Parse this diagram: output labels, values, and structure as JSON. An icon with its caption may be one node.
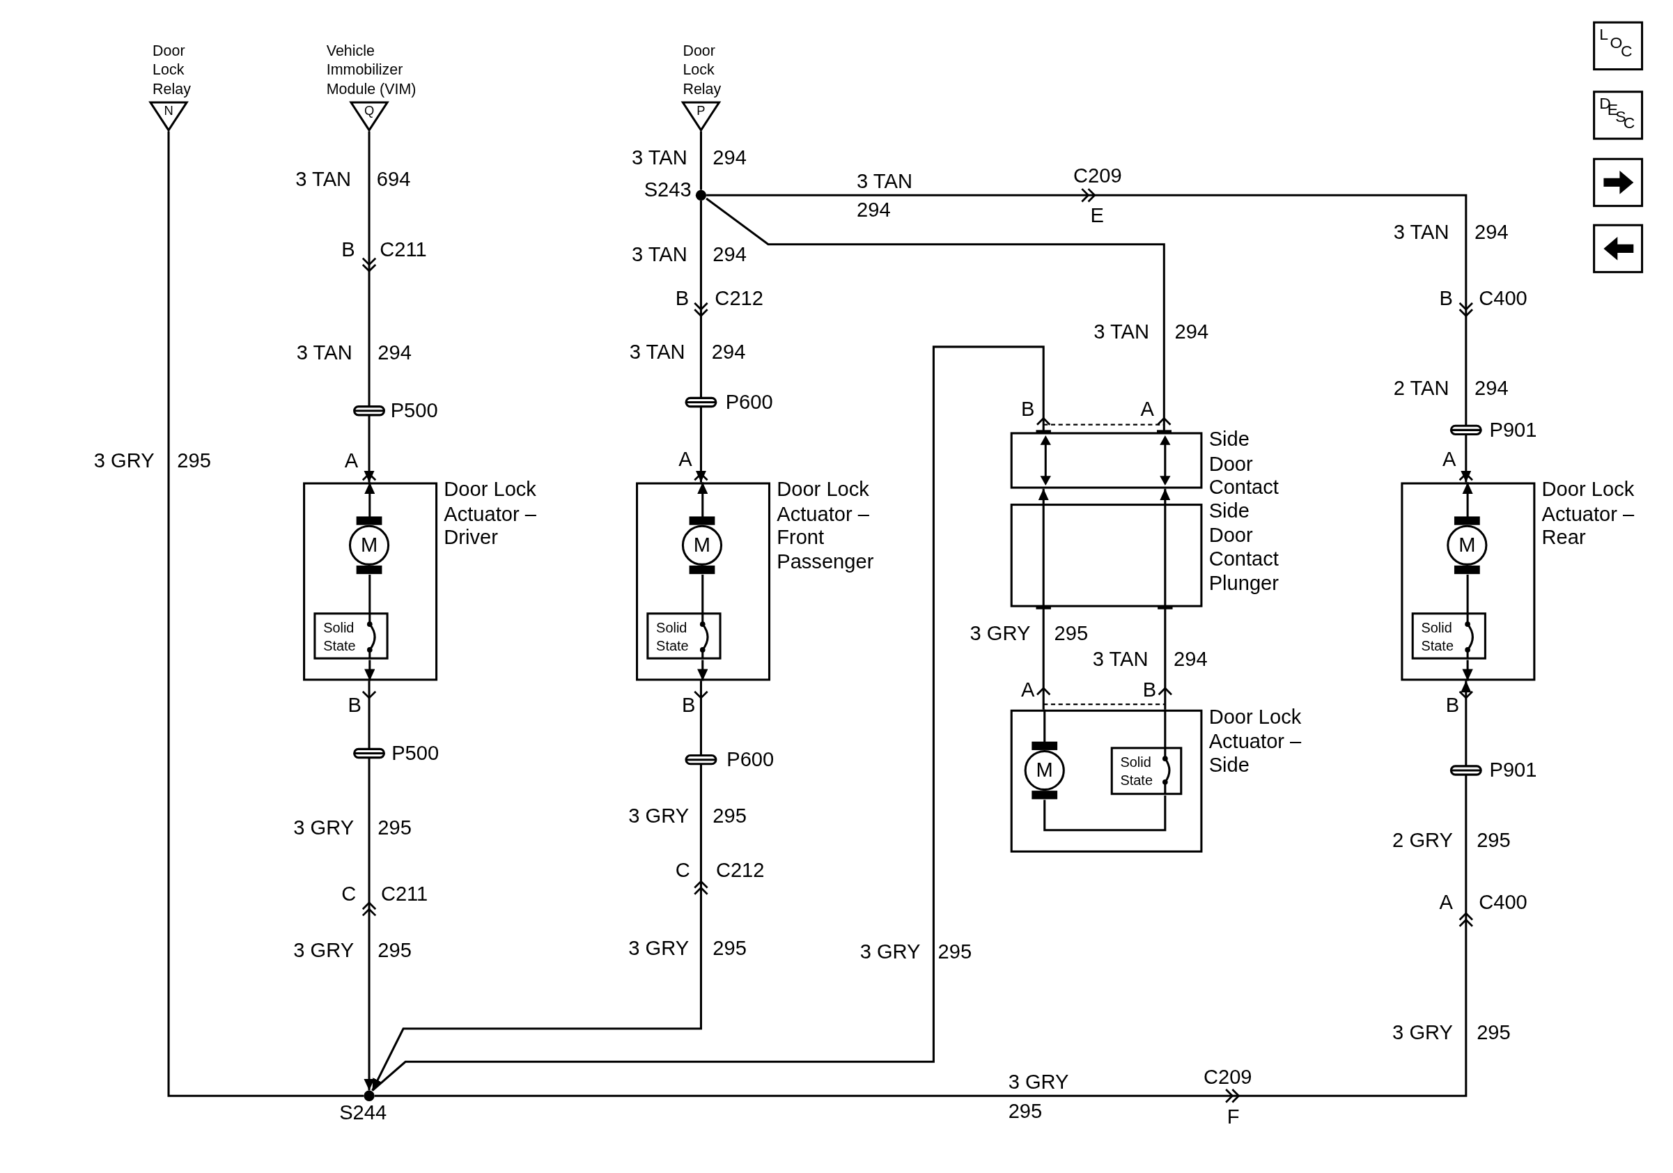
{
  "diagram": {
    "nodes": [
      {
        "text": [
          "Door Lock Relay",
          "N"
        ]
      },
      {
        "text": [
          "Vehicle Immobilizer Module (VIM)",
          "Q"
        ]
      },
      {
        "text": [
          "Door Lock Relay",
          "P"
        ]
      },
      {
        "text": [
          "S243"
        ]
      },
      {
        "text": [
          "Door Lock Actuator – Driver"
        ]
      },
      {
        "text": [
          "M"
        ],
        "in": 4
      },
      {
        "text": [
          "Solid State"
        ],
        "in": 4
      },
      {
        "text": [
          "Door Lock Actuator – Front Passenger"
        ]
      },
      {
        "text": [
          "M"
        ],
        "in": 7
      },
      {
        "text": [
          "Solid State"
        ],
        "in": 7
      },
      {
        "text": [
          "Side Door Contact"
        ]
      },
      {
        "text": [
          "Side Door Contact Plunger"
        ]
      },
      {
        "text": [
          "Door Lock Actuator – Side"
        ]
      },
      {
        "text": [
          "M"
        ],
        "in": 12
      },
      {
        "text": [
          "Solid State"
        ],
        "in": 12
      },
      {
        "text": [
          "Door Lock Actuator – Rear"
        ]
      },
      {
        "text": [
          "M"
        ],
        "in": 15
      },
      {
        "text": [
          "Solid State"
        ],
        "in": 15
      },
      {
        "text": [
          "S244"
        ]
      }
    ],
    "edges": [
      {
        "from": 0,
        "to": 18,
        "arrow": "none"
      },
      {
        "from": 1,
        "to": 4,
        "arrow": "to"
      },
      {
        "from": 2,
        "to": 3,
        "arrow": "none"
      },
      {
        "from": 3,
        "to": 7,
        "arrow": "to"
      },
      {
        "from": 3,
        "to": 15,
        "arrow": "to"
      },
      {
        "from": 3,
        "to": 10,
        "arrow": "other"
      },
      {
        "from": 4,
        "to": 18,
        "arrow": "to"
      },
      {
        "from": 7,
        "to": 18,
        "arrow": "to"
      },
      {
        "from": 18,
        "to": 10,
        "arrow": "other"
      },
      {
        "from": 12,
        "to": 11,
        "arrow": "other"
      },
      {
        "from": 11,
        "to": 10,
        "arrow": "to"
      },
      {
        "from": 12,
        "to": 11,
        "arrow": "other"
      },
      {
        "from": 11,
        "to": 10,
        "arrow": "to"
      },
      {
        "from": 18,
        "to": 15,
        "arrow": "to"
      },
      {
        "from": 5,
        "to": 4,
        "arrow": "to"
      },
      {
        "from": 5,
        "to": 6,
        "arrow": "none"
      },
      {
        "from": 6,
        "to": 4,
        "arrow": "to"
      },
      {
        "from": 8,
        "to": 7,
        "arrow": "to"
      },
      {
        "from": 8,
        "to": 9,
        "arrow": "none"
      },
      {
        "from": 9,
        "to": 7,
        "arrow": "to"
      },
      {
        "from": 12,
        "to": 13,
        "arrow": "none"
      },
      {
        "from": 13,
        "to": 14,
        "arrow": "none"
      },
      {
        "from": 14,
        "to": 12,
        "arrow": "none"
      },
      {
        "from": 16,
        "to": 15,
        "arrow": "to"
      },
      {
        "from": 16,
        "to": 17,
        "arrow": "none"
      },
      {
        "from": 17,
        "to": 15,
        "arrow": "to"
      }
    ],
    "labels": [
      "3 GRY",
      "295",
      "3 TAN",
      "694",
      "B",
      "C211",
      "3 TAN",
      "294",
      "P500",
      "A",
      "B",
      "P500",
      "3 GRY",
      "295",
      "C",
      "C211",
      "3 GRY",
      "295",
      "3 TAN",
      "294",
      "3 TAN",
      "294",
      "B",
      "C212",
      "3 TAN",
      "294",
      "P600",
      "A",
      "B",
      "P600",
      "3 GRY",
      "295",
      "C",
      "C212",
      "3 GRY",
      "295",
      "3 TAN",
      "294",
      "C209",
      "E",
      "3 TAN",
      "294",
      "B",
      "A",
      "3 GRY",
      "295",
      "3 TAN",
      "294",
      "A",
      "B",
      "3 GRY",
      "295",
      "3 TAN",
      "294",
      "B",
      "C400",
      "2 TAN",
      "294",
      "P901",
      "A",
      "B",
      "P901",
      "2 GRY",
      "295",
      "A",
      "C400",
      "3 GRY",
      "295",
      "3 GRY",
      "295",
      "C209",
      "F",
      "LOC",
      "DESC"
    ]
  }
}
